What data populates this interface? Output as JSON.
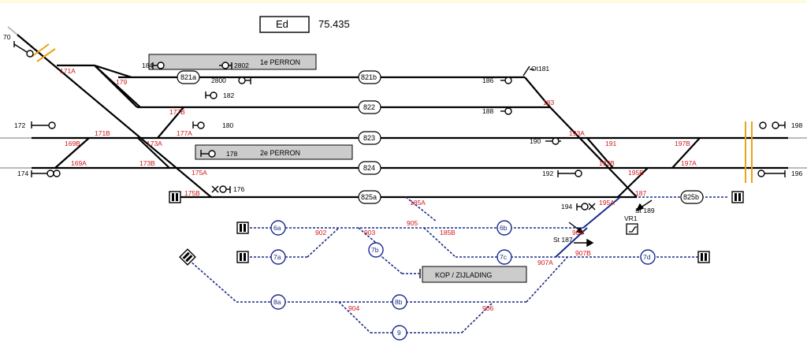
{
  "header": {
    "station_code": "Ed",
    "km_position": "75.435"
  },
  "platforms": {
    "p1": "1e  PERRON",
    "p2": "2e PERRON",
    "loading": "KOP / ZIJLADING"
  },
  "tracks": {
    "t821a": "821a",
    "t821b": "821b",
    "t822": "822",
    "t823": "823",
    "t824": "824",
    "t825a": "825a",
    "t825b": "825b"
  },
  "blue_tracks": {
    "b6a": "6a",
    "b6b": "6b",
    "b7a": "7a",
    "b7b": "7b",
    "b7c": "7c",
    "b7d": "7d",
    "b8a": "8a",
    "b8b": "8b",
    "b9": "9"
  },
  "switches": {
    "s171A": "171A",
    "s179": "179",
    "s177B": "177B",
    "s177A": "177A",
    "s171B": "171B",
    "s169B": "169B",
    "s173A": "173A",
    "s169A": "169A",
    "s173B": "173B",
    "s175A": "175A",
    "s175B": "175B",
    "s183": "183",
    "s193A": "193A",
    "s191": "191",
    "s197B": "197B",
    "s193B": "193B",
    "s195B": "195B",
    "s197A": "197A",
    "s187": "187",
    "s195A": "195A",
    "s185A": "185A",
    "s905": "905",
    "s185B": "185B",
    "s902": "902",
    "s903": "903",
    "s908": "908",
    "s907B": "907B",
    "s907A": "907A",
    "s904": "904",
    "s906": "906"
  },
  "signals": {
    "sg70": "70",
    "sg184": "184",
    "sg2802": "2802",
    "sg2800": "2800",
    "sg182": "182",
    "sg172": "172",
    "sg180": "180",
    "sg178": "178",
    "sg174": "174",
    "sg176": "176",
    "sg186": "186",
    "sg188": "188",
    "sg190": "190",
    "sg192": "192",
    "sg194": "194",
    "sg198": "198",
    "sg196": "196",
    "ot181": "Ot181"
  },
  "misc": {
    "st189": "St 189",
    "st187": "St 187",
    "vr1": "VR1"
  },
  "colors": {
    "track": "#000000",
    "label_red": "#d01818",
    "blue": "#1a2a8c",
    "platform": "#cccccc",
    "crossing": "#e8a317"
  }
}
